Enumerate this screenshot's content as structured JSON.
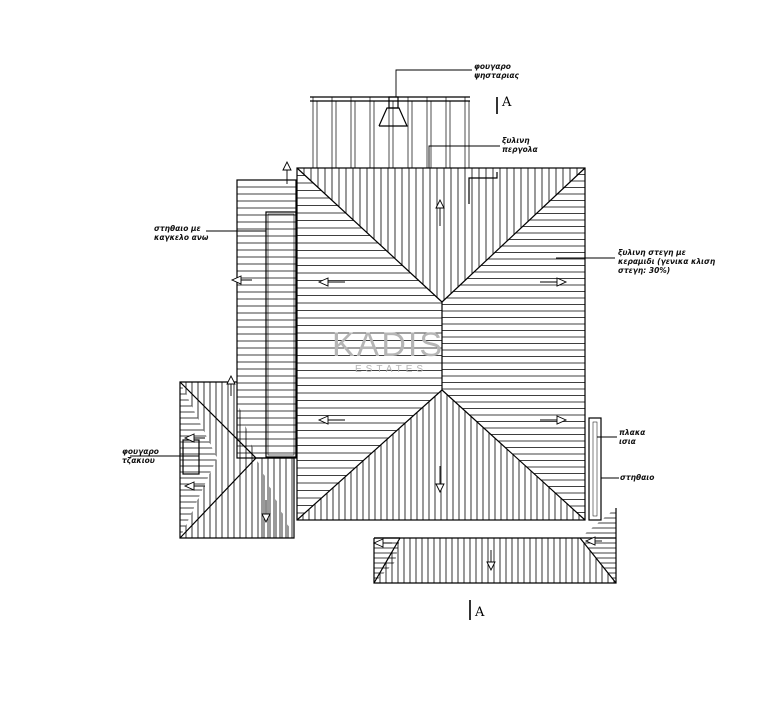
{
  "labels": {
    "chimney_barbecue": [
      "φουγαρο",
      "ψησταριας"
    ],
    "wooden_pergola": [
      "ξυλινη",
      "περγολα"
    ],
    "terrace_railing": [
      "στηθαιο με",
      "καγκελο ανω"
    ],
    "roof_tiles": [
      "ξυλινη στεγη με",
      "κεραμιδι (γενικα κλιση",
      "στεγη: 30%)"
    ],
    "fireplace_chimney": [
      "φουγαρο",
      "τζακιου"
    ],
    "flat_slab": [
      "πλακα",
      "ισια"
    ],
    "parapet": "στηθαιο"
  },
  "section_marks": {
    "top": "A",
    "bottom": "A"
  },
  "watermark": {
    "brand": "KADIS",
    "sub": "ESTATES"
  },
  "colors": {
    "line": "#000000",
    "watermark": "#b5b5b5",
    "accent": "#c9a24a"
  }
}
